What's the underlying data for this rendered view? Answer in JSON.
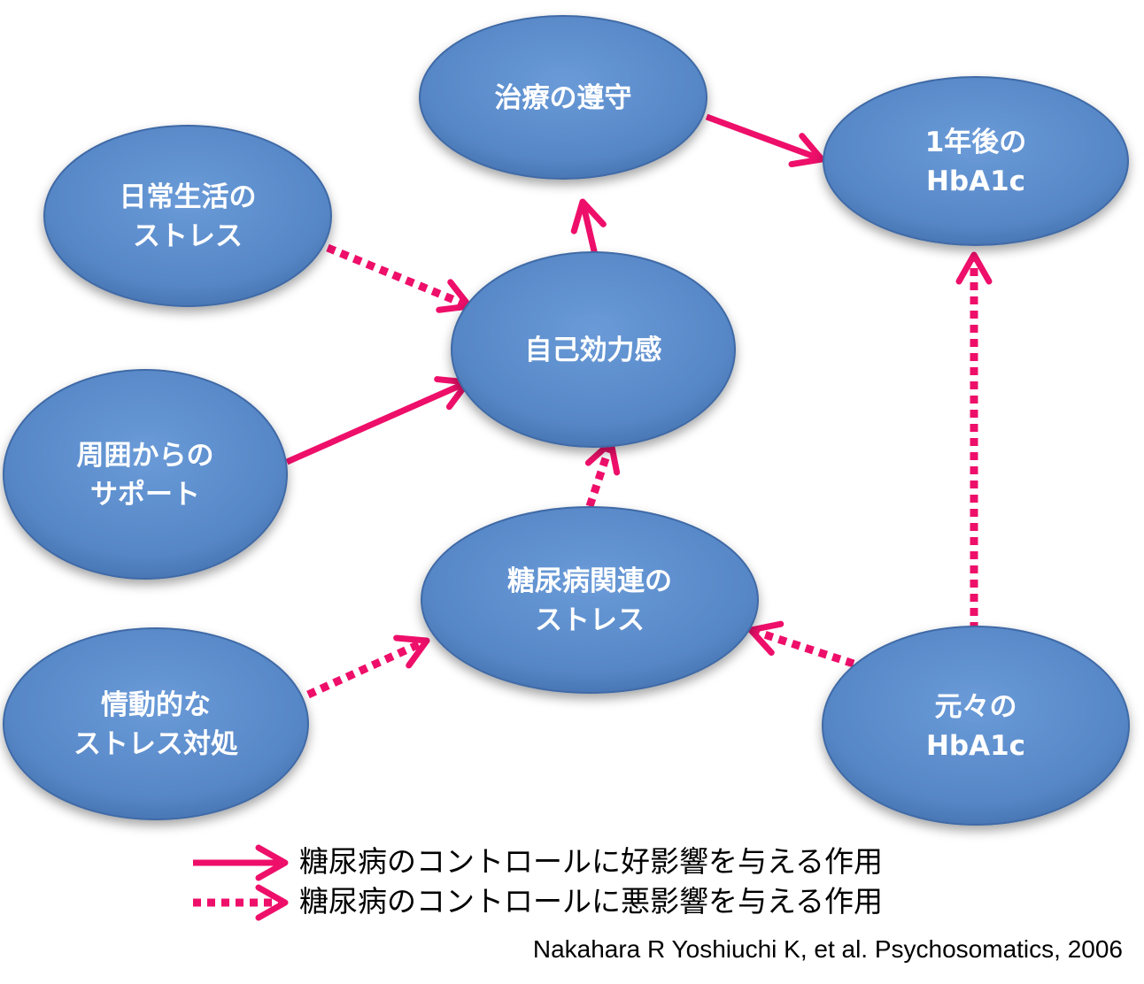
{
  "colors": {
    "node_fill": "#5b8bc9",
    "node_stroke": "#3f6aa6",
    "arrow": "#ee0f6a",
    "label": "#ffffff"
  },
  "nodes": [
    {
      "id": "adherence",
      "lines": [
        "治療の遵守"
      ]
    },
    {
      "id": "hba1c-1yr",
      "lines": [
        "1年後の",
        "HbA1c"
      ]
    },
    {
      "id": "daily-stress",
      "lines": [
        "日常生活の",
        "ストレス"
      ]
    },
    {
      "id": "self-efficacy",
      "lines": [
        "自己効力感"
      ]
    },
    {
      "id": "social-support",
      "lines": [
        "周囲からの",
        "サポート"
      ]
    },
    {
      "id": "diabetes-stress",
      "lines": [
        "糖尿病関連の",
        "ストレス"
      ]
    },
    {
      "id": "emotional-coping",
      "lines": [
        "情動的な",
        "ストレス対処"
      ]
    },
    {
      "id": "baseline-hba1c",
      "lines": [
        "元々の",
        "HbA1c"
      ]
    }
  ],
  "edges": [
    {
      "from": "self-efficacy",
      "to": "adherence",
      "effect": "positive"
    },
    {
      "from": "adherence",
      "to": "hba1c-1yr",
      "effect": "positive"
    },
    {
      "from": "social-support",
      "to": "self-efficacy",
      "effect": "positive"
    },
    {
      "from": "daily-stress",
      "to": "self-efficacy",
      "effect": "negative"
    },
    {
      "from": "diabetes-stress",
      "to": "self-efficacy",
      "effect": "negative"
    },
    {
      "from": "emotional-coping",
      "to": "diabetes-stress",
      "effect": "negative"
    },
    {
      "from": "baseline-hba1c",
      "to": "diabetes-stress",
      "effect": "negative"
    },
    {
      "from": "baseline-hba1c",
      "to": "hba1c-1yr",
      "effect": "negative"
    }
  ],
  "legend": {
    "positive": "糖尿病のコントロールに好影響を与える作用",
    "negative": "糖尿病のコントロールに悪影響を与える作用"
  },
  "citation": "Nakahara R Yoshiuchi K, et al. Psychosomatics, 2006"
}
